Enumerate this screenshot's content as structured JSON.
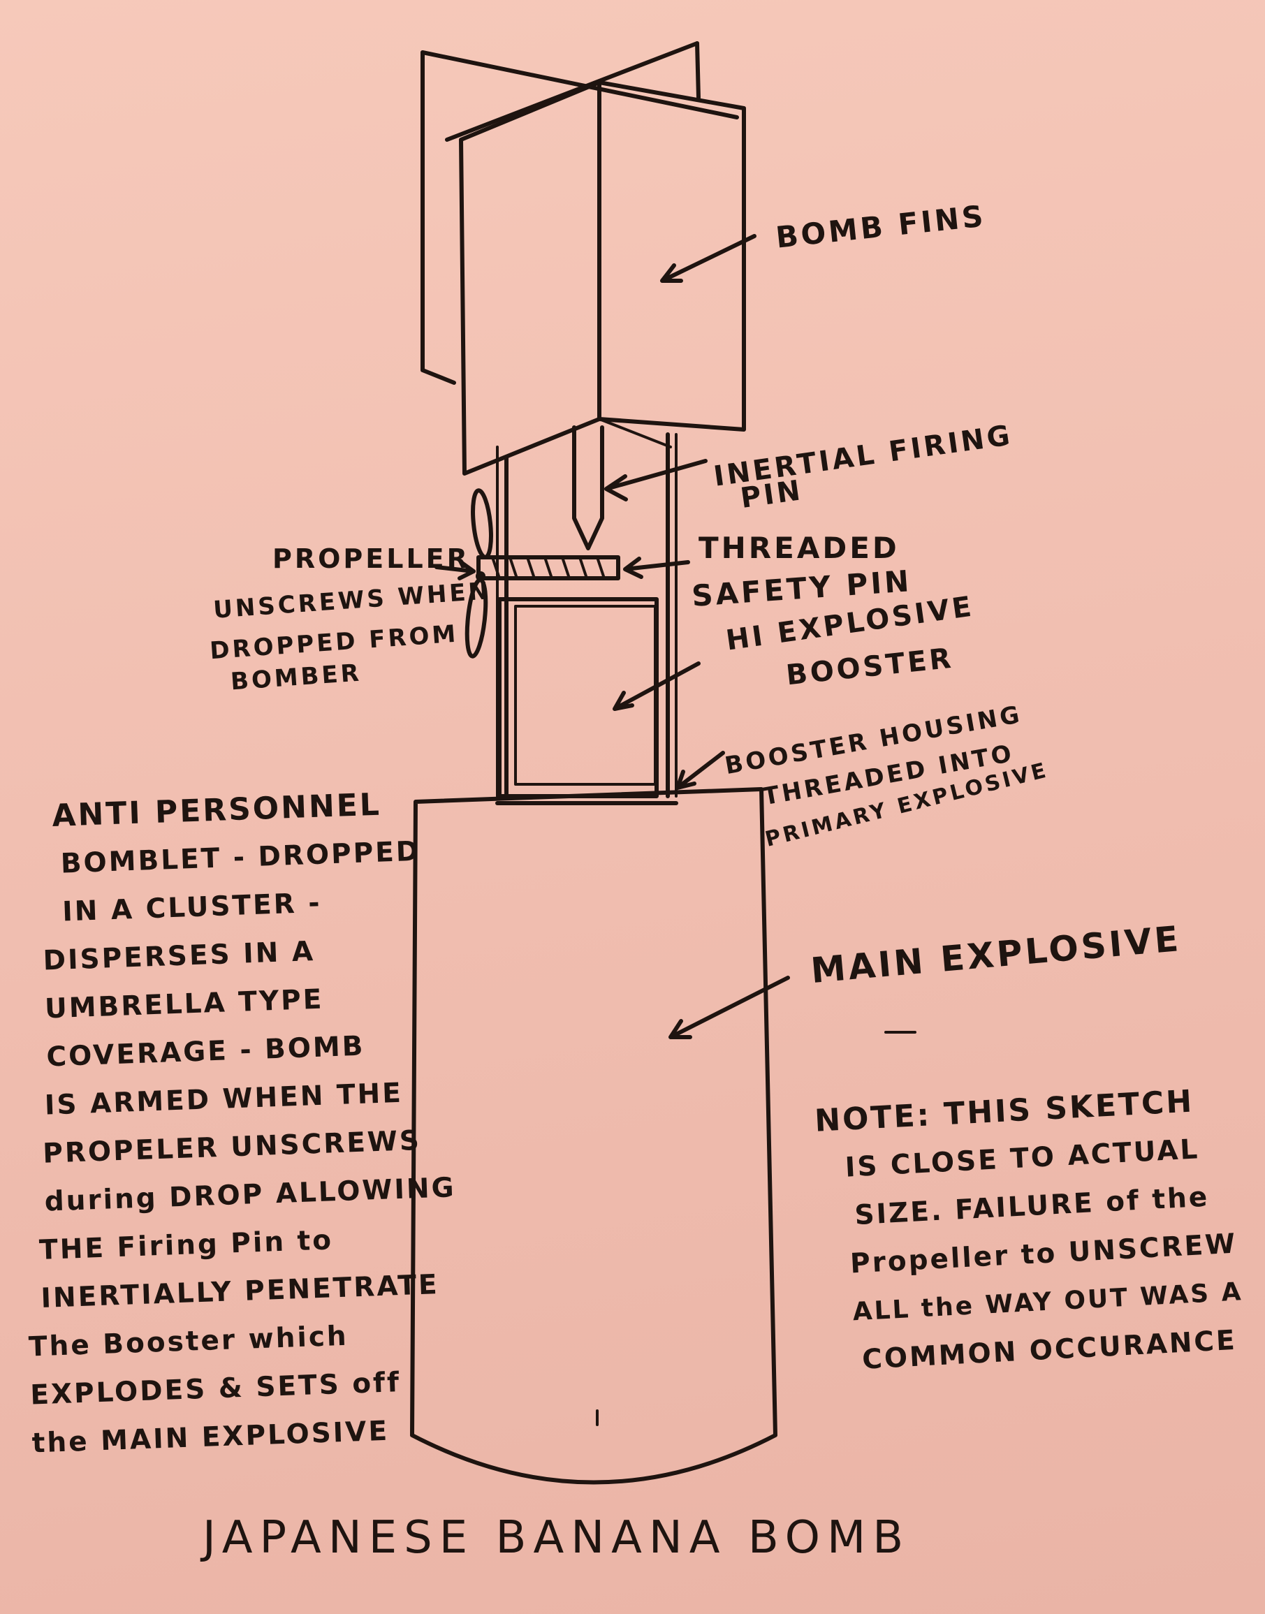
{
  "title": "JAPANESE BANANA BOMB",
  "labels": {
    "bomb_fins": "BOMB FINS",
    "firing_pin": [
      "INERTIAL FIRING",
      "PIN"
    ],
    "propeller": "PROPELLER",
    "unscrews": [
      "UNSCREWS WHEN",
      "DROPPED FROM",
      "BOMBER"
    ],
    "safety_pin": [
      "THREADED",
      "SAFETY PIN"
    ],
    "booster": [
      "HI EXPLOSIVE",
      "BOOSTER"
    ],
    "booster_housing": [
      "BOOSTER HOUSING",
      "THREADED INTO",
      "PRIMARY EXPLOSIVE"
    ],
    "main_explosive": "MAIN EXPLOSIVE"
  },
  "description_lines": [
    "ANTI PERSONNEL",
    "BOMBLET - DROPPED",
    "IN A CLUSTER -",
    "DISPERSES IN A",
    "UMBRELLA TYPE",
    "COVERAGE - BOMB",
    "IS ARMED WHEN THE",
    "PROPELER UNSCREWS",
    "during DROP ALLOWING",
    "THE Firing Pin to",
    "INERTIALLY PENETRATE",
    "The Booster which",
    "EXPLODES & SETS off",
    "the MAIN EXPLOSIVE"
  ],
  "note_lines": [
    "NOTE: THIS SKETCH",
    "IS CLOSE TO ACTUAL",
    "SIZE. FAILURE of the",
    "Propeller to UNSCREW",
    "ALL the WAY OUT WAS A",
    "COMMON OCCURANCE"
  ]
}
